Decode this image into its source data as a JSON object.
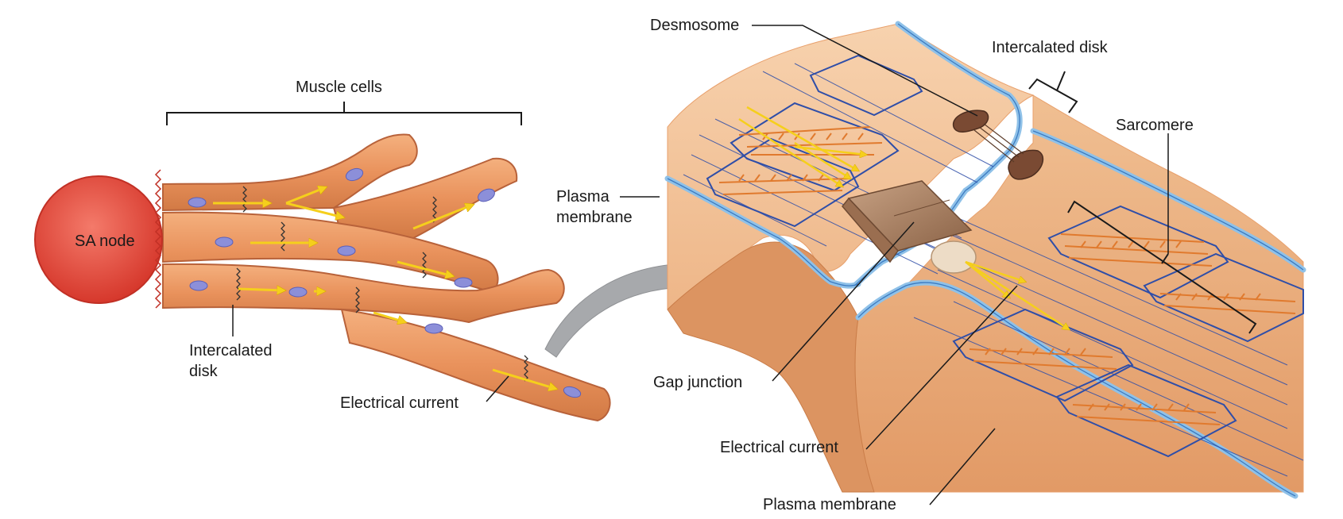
{
  "labels": {
    "muscle_cells": "Muscle cells",
    "sa_node": "SA node",
    "intercalated_disk_left_line1": "Intercalated",
    "intercalated_disk_left_line2": "disk",
    "electrical_current_left": "Electrical current",
    "desmosome": "Desmosome",
    "intercalated_disk_right": "Intercalated disk",
    "sarcomere": "Sarcomere",
    "plasma_membrane_upper_line1": "Plasma",
    "plasma_membrane_upper_line2": "membrane",
    "gap_junction": "Gap junction",
    "electrical_current_right": "Electrical current",
    "plasma_membrane_lower": "Plasma membrane"
  },
  "colors": {
    "cell_fill": "#e8955e",
    "cell_fill_light": "#f2c39a",
    "cell_stroke": "#b8623a",
    "sa_node": "#e0473a",
    "nucleus": "#8c8fd9",
    "arrow": "#f5cf1c",
    "membrane": "#8fc1e8",
    "filament_blue": "#2f4ea8",
    "filament_orange": "#e07a2e",
    "desmosome": "#7a4a33",
    "connector_arrow": "#a7a9ac",
    "leader": "#1a1a1a"
  }
}
